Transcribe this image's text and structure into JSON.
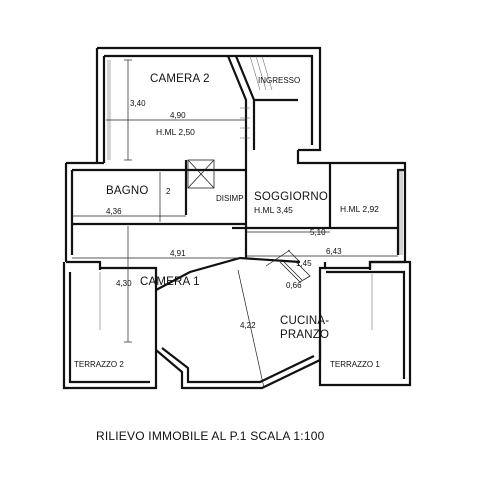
{
  "caption": "RILIEVO IMMOBILE AL P.1 SCALA 1:100",
  "rooms": {
    "camera2": "CAMERA 2",
    "ingresso": "INGRESSO",
    "bagno": "BAGNO",
    "disimp": "DISIMP",
    "soggiorno": "SOGGIORNO",
    "camera1": "CAMERA 1",
    "cucina_line1": "CUCINA-",
    "cucina_line2": "PRANZO",
    "terrazzo2": "TERRAZZO 2",
    "terrazzo1": "TERRAZZO 1"
  },
  "heights": {
    "camera2": "H.ML 2,50",
    "soggiorno": "H.ML 3,45",
    "right": "H.ML 2,92"
  },
  "dimensions": {
    "camera2_height": "3,40",
    "camera2_width": "4,90",
    "bagno_height": "2",
    "bagno_width": "4,36",
    "soggiorno_width": "5,10",
    "right_width": "6,43",
    "camera1_width": "4,91",
    "camera1_height": "4,30",
    "kitchen_small_1": "1,45",
    "kitchen_small_2": "0,66",
    "diagonal": "4,22"
  }
}
